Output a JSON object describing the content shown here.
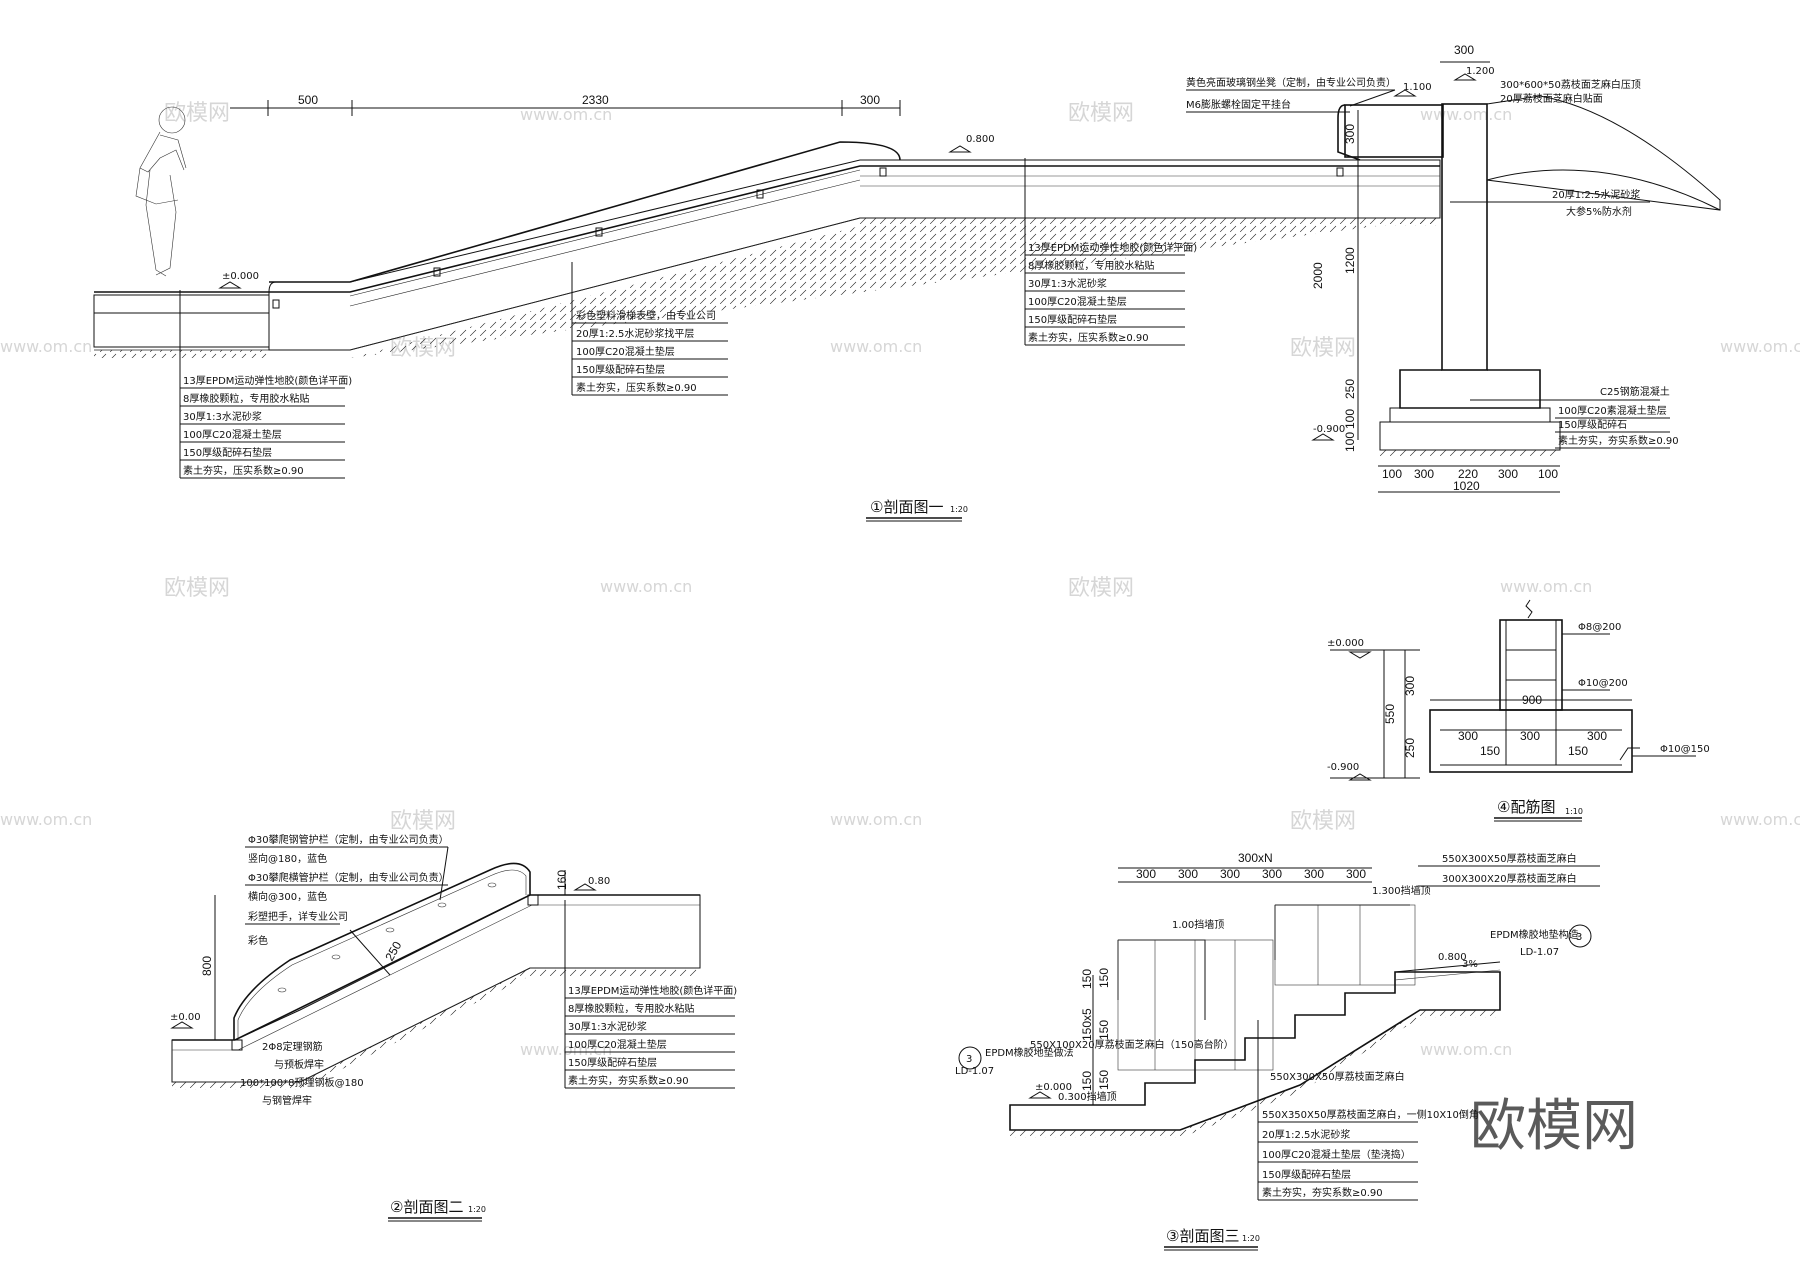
{
  "watermark": {
    "brand": "欧模网",
    "url": "www.om.cn"
  },
  "section1": {
    "title": "①剖面图一",
    "scale": "1:20",
    "dims_top": [
      "500",
      "2330",
      "300"
    ],
    "level_start": "±0.000",
    "level_mid": "0.800",
    "level_top": "1.100",
    "level_wall_top": "1.200",
    "level_base": "-0.900",
    "handrail_note": "彩色塑料滑梯表壁，由专业公司",
    "note_cap": "黄色亮面玻璃钢坐凳（定制，由专业公司负责）",
    "note_bolt": "M6膨胀螺栓固定平挂台",
    "note_cap_right": "300*600*50荔枝面芝麻白压顶",
    "note_cap_right2": "20厚荔枝面芝麻白贴面",
    "note_mortar": "20厚1:2.5水泥砂浆",
    "note_drain": "大参5%防水剂",
    "note_concrete": "C25钢筋混凝土",
    "layers_left": [
      "13厚EPDM运动弹性地胶(颜色详平面)",
      "8厚橡胶颗粒，专用胶水粘贴",
      "30厚1:3水泥砂浆",
      "100厚C20混凝土垫层",
      "150厚级配碎石垫层",
      "素土夯实，压实系数≥0.90"
    ],
    "layers_mid": [
      "彩色塑料滑梯表壁，由专业公司",
      "20厚1:2.5水泥砂浆找平层",
      "100厚C20混凝土垫层",
      "150厚级配碎石垫层",
      "素土夯实，压实系数≥0.90"
    ],
    "layers_right": [
      "13厚EPDM运动弹性地胶(颜色详平面)",
      "8厚橡胶颗粒，专用胶水粘贴",
      "30厚1:3水泥砂浆",
      "100厚C20混凝土垫层",
      "150厚级配碎石垫层",
      "素土夯实，压实系数≥0.90"
    ],
    "layers_footing": [
      "100厚C20素混凝土垫层",
      "150厚级配碎石",
      "素土夯实，夯实系数≥0.90"
    ],
    "dims_wall": [
      "300",
      "1200",
      "2000",
      "250",
      "100",
      "100"
    ],
    "dims_wall_top": "300",
    "dims_bottom": [
      "100",
      "300",
      "220",
      "300",
      "100"
    ],
    "dims_bottom_total": "1020"
  },
  "section2": {
    "title": "②剖面图二",
    "scale": "1:20",
    "note1": "Φ30攀爬钢管护栏（定制，由专业公司负责）",
    "note2": "竖向@180，蓝色",
    "note3": "Φ30攀爬横管护栏（定制，由专业公司负责）",
    "note4": "横向@300，蓝色",
    "note5": "彩塑把手，详专业公司",
    "note6": "彩色",
    "dim_h": "800",
    "dim_slope": "250",
    "dim_top": "160",
    "level_start": "±0.00",
    "level_top": "0.80",
    "anchor1": "2Φ8定理钢筋",
    "anchor2": "与预板焊牢",
    "anchor3": "100*100*8预埋钢板@180",
    "anchor4": "与钢管焊牢",
    "layers": [
      "13厚EPDM运动弹性地胶(颜色详平面)",
      "8厚橡胶颗粒，专用胶水粘贴",
      "30厚1:3水泥砂浆",
      "100厚C20混凝土垫层",
      "150厚级配碎石垫层",
      "素土夯实，夯实系数≥0.90"
    ]
  },
  "section3": {
    "title": "③剖面图三",
    "scale": "1:20",
    "dim_total": "300xN",
    "dims": [
      "300",
      "300",
      "300",
      "300",
      "300",
      "300"
    ],
    "level_130": "1.300挡墙顶",
    "level_100": "1.00挡墙顶",
    "level_080": "0.800",
    "level_030": "0.300挡墙顶",
    "level_000": "±0.000",
    "note_cap1": "550X300X50厚荔枝面芝麻白",
    "note_cap2": "300X300X20厚荔枝面芝麻白",
    "note_epdm": "EPDM橡胶地垫构造",
    "ref_num": "3",
    "ref_code": "LD-1.07",
    "note_step": "550X100X20厚荔枝面芝麻白（150高台阶）",
    "note_step2": "550X300X50厚荔枝面芝麻白",
    "note_left": "EPDM橡胶地垫做法",
    "vdims": [
      "150",
      "150",
      "150x5",
      "150",
      "150",
      "150"
    ],
    "slope": "3%",
    "layers": [
      "550X350X50厚荔枝面芝麻白，一侧10X10倒角",
      "20厚1:2.5水泥砂浆",
      "100厚C20混凝土垫层（垫浇捣）",
      "150厚级配碎石垫层",
      "素土夯实，夯实系数≥0.90"
    ]
  },
  "section4": {
    "title": "④配筋图",
    "scale": "1:10",
    "level_top": "±0.000",
    "level_bottom": "-0.900",
    "dims_v": [
      "550",
      "300",
      "250"
    ],
    "dims_h": [
      "900",
      "300",
      "300",
      "300",
      "150",
      "150"
    ],
    "rebar1": "Φ8@200",
    "rebar2": "Φ10@200",
    "rebar3": "Φ10@150"
  }
}
